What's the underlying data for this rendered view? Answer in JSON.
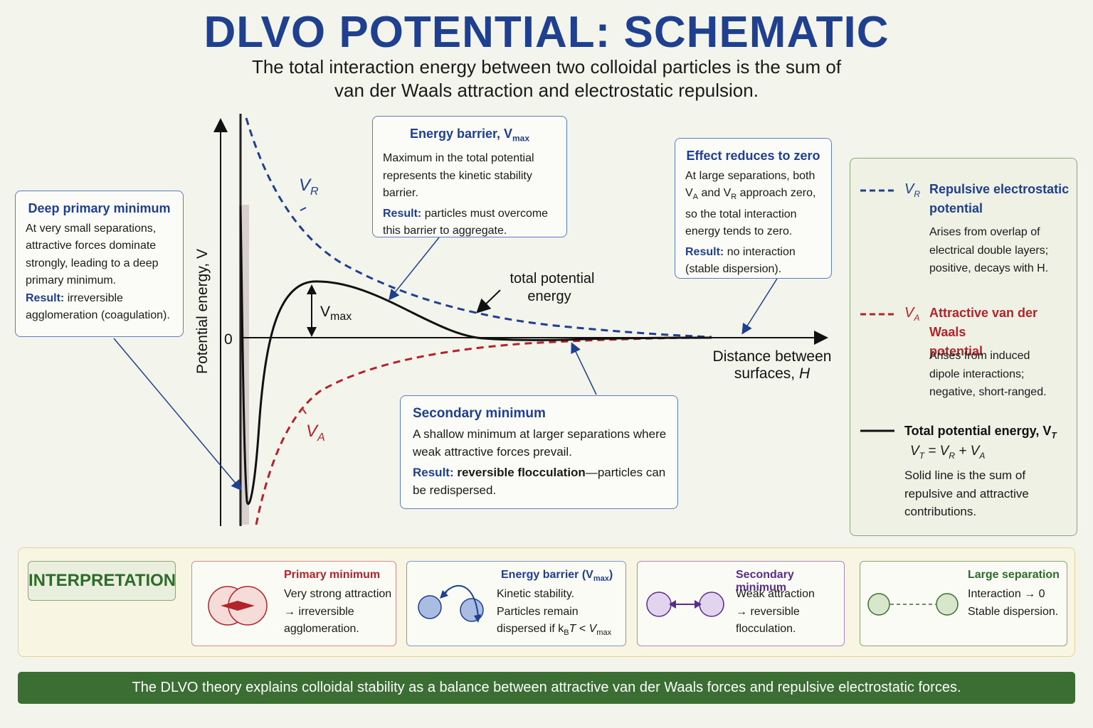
{
  "header": {
    "title": "DLVO POTENTIAL: SCHEMATIC",
    "subtitle_line1": "The total interaction energy between two colloidal particles is the sum of",
    "subtitle_line2": "van der Waals attraction and electrostatic repulsion."
  },
  "plot": {
    "y_axis_label": "Potential energy, V",
    "x_axis_label_line1": "Distance between",
    "x_axis_label_line2": "surfaces,",
    "x_axis_label_var": "H",
    "zero_label": "0",
    "vr_label": "V",
    "vr_sub": "R",
    "va_label": "V",
    "va_sub": "A",
    "vmax_label": "V",
    "vmax_sub": "max",
    "total_label_line1": "total potential",
    "total_label_line2": "energy"
  },
  "callouts": {
    "primary": {
      "title": "Deep primary minimum",
      "body": "At very small separations, attractive forces dominate strongly, leading to a deep primary minimum.",
      "result_label": "Result:",
      "result_text": "irreversible agglomeration (coagulation)."
    },
    "barrier": {
      "title": "Energy barrier, V",
      "title_sub": "max",
      "body": "Maximum in the total potential represents the kinetic stability barrier.",
      "result_label": "Result:",
      "result_text": "particles must overcome this barrier to aggregate."
    },
    "zero": {
      "title": "Effect reduces to zero",
      "body_1": "At large separations, both V",
      "body_sub_a": "A",
      "body_2": " and V",
      "body_sub_r": "R",
      "body_3": " approach zero, so the total interaction energy tends to zero.",
      "result_label": "Result:",
      "result_text": "no interaction (stable dispersion)."
    },
    "secondary": {
      "title": "Secondary minimum",
      "body": "A shallow minimum at larger separations where weak attractive forces prevail.",
      "result_label": "Result:",
      "result_bold": "reversible flocculation",
      "result_text": "—particles can be redispersed."
    }
  },
  "legend": {
    "vr": {
      "sym": "V",
      "sub": "R",
      "title_line1": "Repulsive electrostatic",
      "title_line2": "potential",
      "desc_1": "Arises from overlap of",
      "desc_2": "electrical double layers;",
      "desc_3": "positive, decays with H."
    },
    "va": {
      "sym": "V",
      "sub": "A",
      "title_line1": "Attractive van der Waals",
      "title_line2": "potential",
      "desc_1": "Arises from induced",
      "desc_2": "dipole interactions;",
      "desc_3": "negative, short-ranged."
    },
    "vt": {
      "title": "Total potential energy, V",
      "title_sub": "T",
      "eq": "V",
      "desc_1": "Solid line is the sum of",
      "desc_2": "repulsive and attractive",
      "desc_3": "contributions."
    }
  },
  "interpretation": {
    "label": "INTERPRETATION",
    "cards": [
      {
        "title": "Primary minimum",
        "line1": "Very strong attraction",
        "line2": "→ irreversible",
        "line3": "agglomeration."
      },
      {
        "title": "Energy barrier (V",
        "title_sub": "max",
        "title_end": ")",
        "line1": "Kinetic stability.",
        "line2": "Particles remain",
        "line3": "dispersed if k"
      },
      {
        "title": "Secondary minimum",
        "line1": "Weak attraction",
        "line2": "→ reversible",
        "line3": "flocculation."
      },
      {
        "title": "Large separation",
        "line1": "Interaction → 0",
        "line2": "Stable dispersion."
      }
    ]
  },
  "footer": {
    "text": "The DLVO theory explains colloidal stability as a balance between attractive van der Waals forces and repulsive electrostatic forces."
  },
  "colors": {
    "blue": "#1f3f8f",
    "red": "#b3242a",
    "green": "#3a6e32",
    "purple": "#5b2d8a"
  }
}
